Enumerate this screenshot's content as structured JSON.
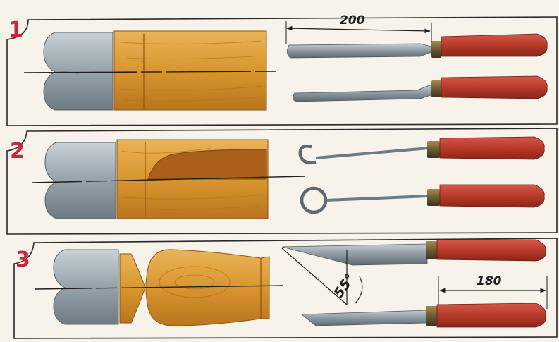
{
  "panels": [
    {
      "label": "1",
      "tools": [
        "chisel",
        "skew-chisel"
      ],
      "dimension": "200"
    },
    {
      "label": "2",
      "tools": [
        "hook-cutter",
        "ring-cutter"
      ]
    },
    {
      "label": "3",
      "tools": [
        "angled-knife",
        "straight-knife"
      ],
      "dimension": "180",
      "angle": "55°"
    }
  ],
  "colors": {
    "background": "#f7f3ea",
    "frame": "#2a2a2a",
    "step_number": "#c8283c",
    "chuck": "#9aa7ae",
    "wood": "#d9962e",
    "wood_dark": "#a8601a",
    "handle": "#b83a2a",
    "steel": "#8d9aa3"
  }
}
